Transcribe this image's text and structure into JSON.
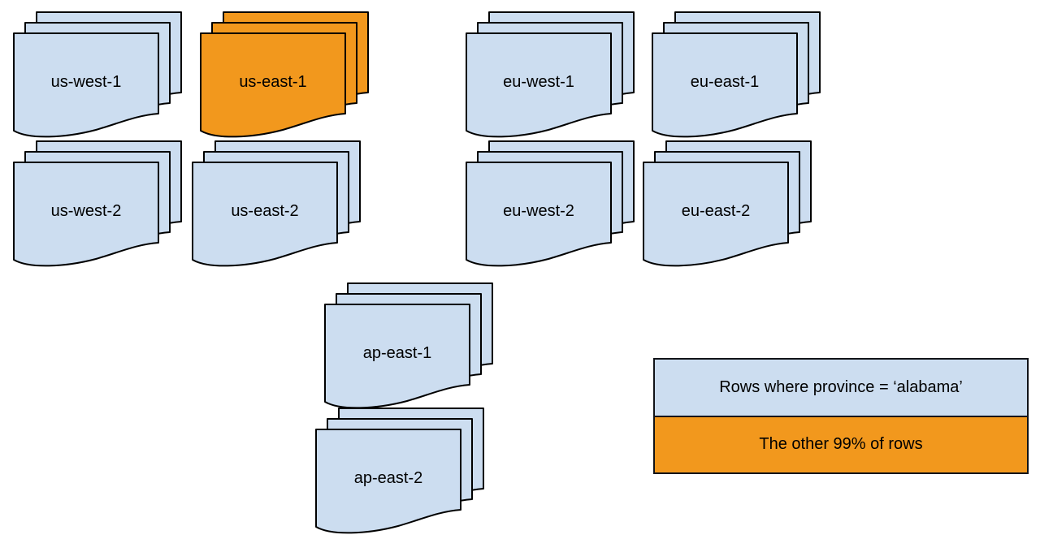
{
  "colors": {
    "sheet_blue": "#CCDDF0",
    "sheet_orange": "#F2981D",
    "stroke": "#000000",
    "legend_border": "#111318",
    "background": "#FFFFFF",
    "text": "#000000"
  },
  "stacks": [
    {
      "label": "us-west-1",
      "variant": "blue"
    },
    {
      "label": "us-east-1",
      "variant": "orange"
    },
    {
      "label": "eu-west-1",
      "variant": "blue"
    },
    {
      "label": "eu-east-1",
      "variant": "blue"
    },
    {
      "label": "us-west-2",
      "variant": "blue"
    },
    {
      "label": "us-east-2",
      "variant": "blue"
    },
    {
      "label": "eu-west-2",
      "variant": "blue"
    },
    {
      "label": "eu-east-2",
      "variant": "blue"
    },
    {
      "label": "ap-east-1",
      "variant": "blue"
    },
    {
      "label": "ap-east-2",
      "variant": "blue"
    }
  ],
  "legend": {
    "items": [
      {
        "label": "Rows where province = ‘alabama’",
        "variant": "blue"
      },
      {
        "label": "The other 99% of rows",
        "variant": "orange"
      }
    ]
  }
}
